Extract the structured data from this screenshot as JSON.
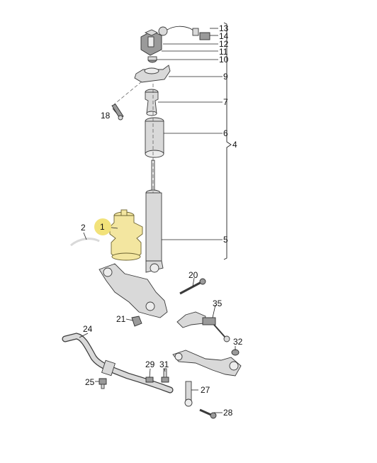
{
  "diagram": {
    "highlight_color": "#f2e27a",
    "part_fill": "#d9d9d9",
    "air_spring_fill": "#f3e6a0",
    "callouts": {
      "c1": "1",
      "c2": "2",
      "c4": "4",
      "c5": "5",
      "c6": "6",
      "c7": "7",
      "c9": "9",
      "c10": "10",
      "c11": "11",
      "c12": "12",
      "c13": "13",
      "c14": "14",
      "c18": "18",
      "c20": "20",
      "c21": "21",
      "c24": "24",
      "c25": "25",
      "c27": "27",
      "c28": "28",
      "c29": "29",
      "c31": "31",
      "c32": "32",
      "c35": "35"
    }
  }
}
